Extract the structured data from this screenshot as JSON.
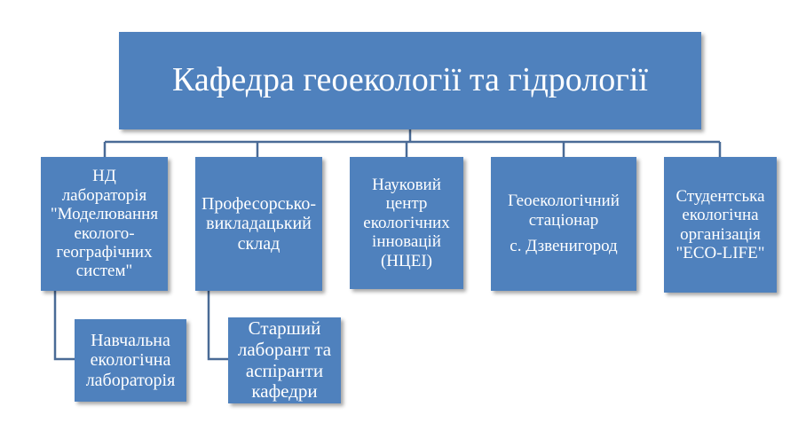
{
  "root": {
    "title": "Кафедра геоекології та гідрології"
  },
  "departments": [
    {
      "lines": [
        "НД",
        "лабораторія",
        "\"Моделювання",
        "еколого-",
        "географічних",
        "систем\""
      ]
    },
    {
      "lines": [
        "Професорсько-",
        "викладацький",
        "склад"
      ]
    },
    {
      "lines": [
        "Науковий",
        "центр",
        "екологічних",
        "інновацій",
        "(НЦЕІ)"
      ]
    },
    {
      "lines": [
        "Геоекологічний",
        "стаціонар",
        "с. Дзвенигород"
      ]
    },
    {
      "lines": [
        "Студентська",
        "екологічна",
        "організація",
        "\"ECO-LIFE\""
      ]
    }
  ],
  "sub_units": [
    {
      "lines": [
        "Навчальна",
        "екологічна",
        "лабораторія"
      ]
    },
    {
      "lines": [
        "Старший",
        "лаборант та",
        "аспіранти",
        "кафедри"
      ]
    }
  ],
  "colors": {
    "box_fill": "#4f81bd",
    "connector": "#4a6b96",
    "text": "#ffffff"
  }
}
